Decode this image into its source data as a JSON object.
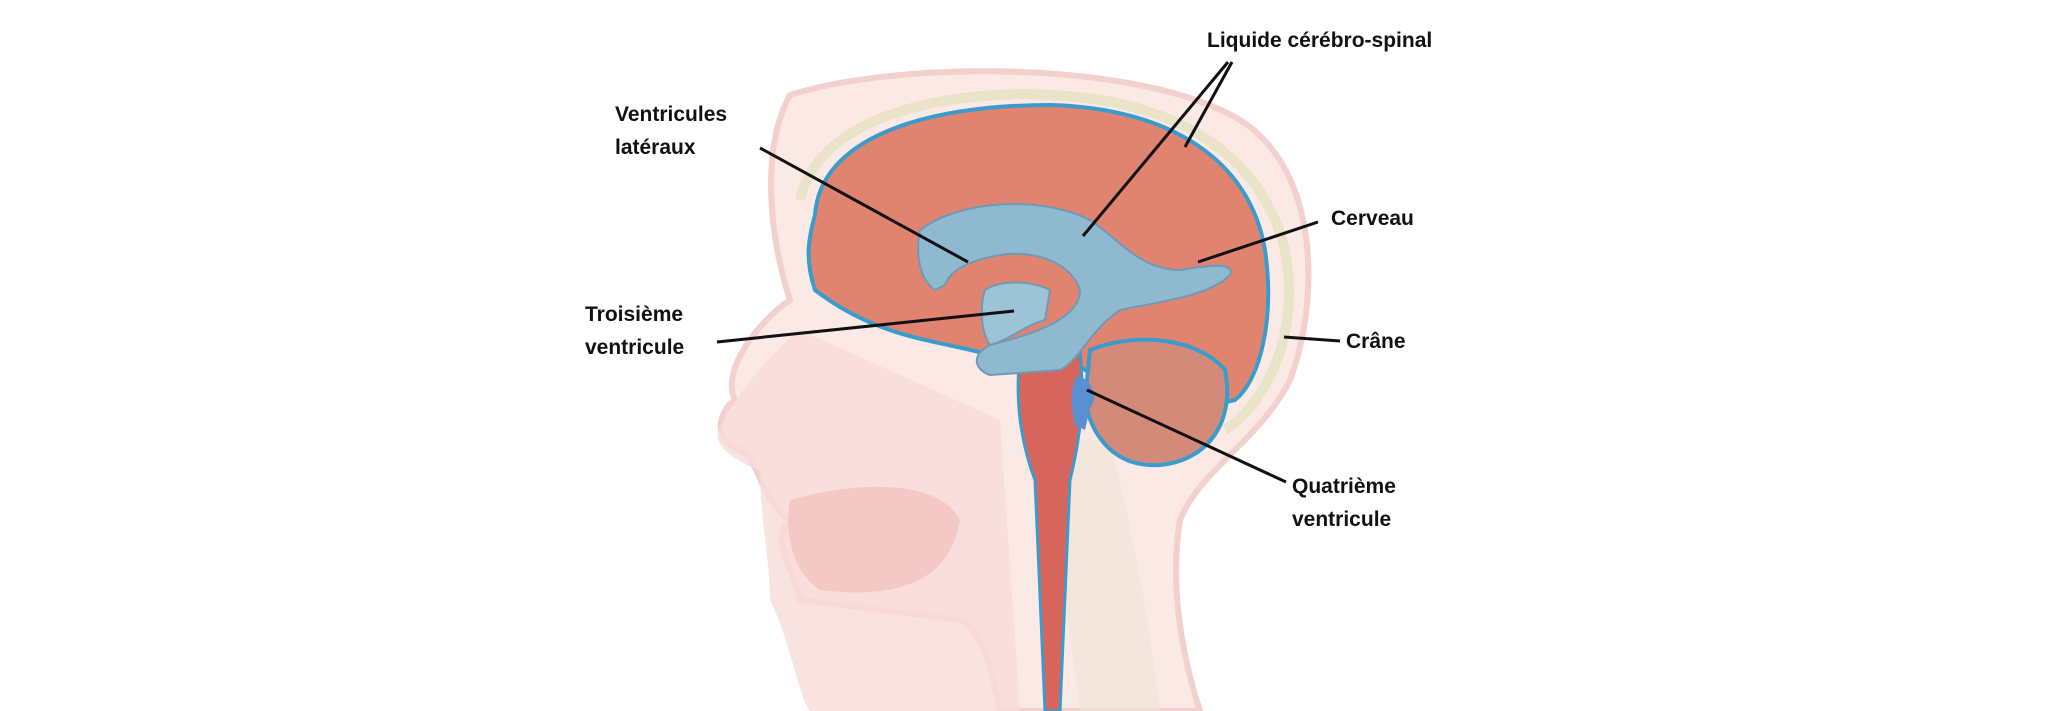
{
  "labels": {
    "csf": "Liquide cérébro-spinal",
    "lateral_ventricles": [
      "Ventricules",
      "latéraux"
    ],
    "brain": "Cerveau",
    "third_ventricle": [
      "Troisième",
      "ventricule"
    ],
    "skull": "Crâne",
    "fourth_ventricle": [
      "Quatrième",
      "ventricule"
    ]
  },
  "colors": {
    "brain": "#e0836f",
    "csf": "#8fb9cf",
    "csf_outline": "#3a9ccc",
    "head_faded": "#f6d4d0",
    "leader_line": "#111111"
  }
}
